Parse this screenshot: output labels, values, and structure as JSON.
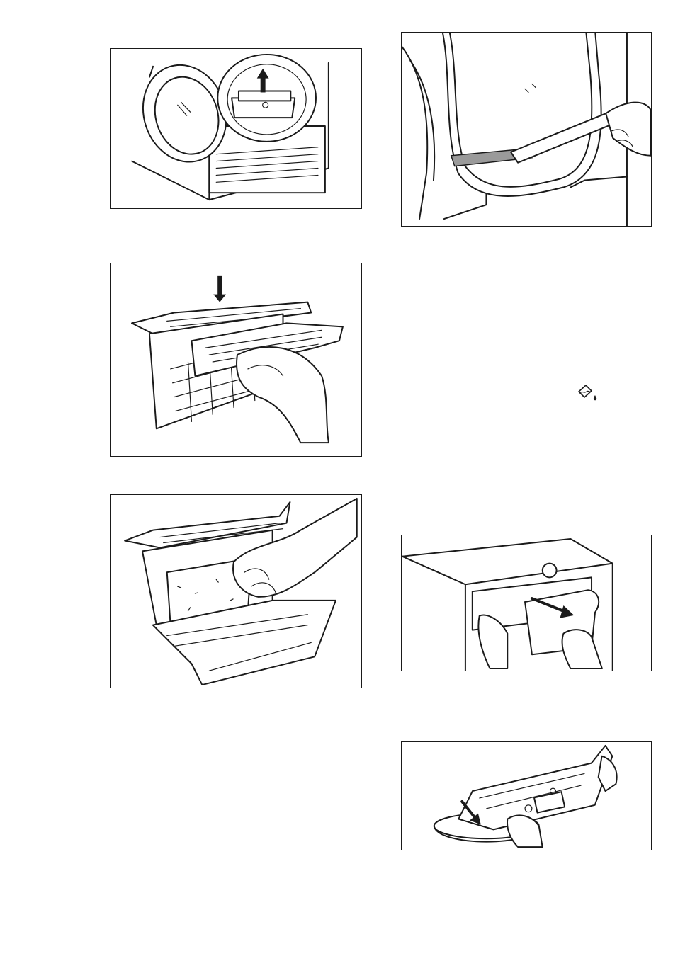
{
  "figures": [
    {
      "id": "filter-removal",
      "icon": "arrow-up-icon"
    },
    {
      "id": "filter-open",
      "icon": "arrow-down-icon"
    },
    {
      "id": "filter-cleaning"
    },
    {
      "id": "door-seal-cleaning"
    },
    {
      "id": "water-container-removal",
      "icon": "arrow-right-icon"
    },
    {
      "id": "water-container-emptying",
      "icon": "arrow-down-icon"
    }
  ],
  "symbols": {
    "water_container": "pour-water-icon"
  }
}
